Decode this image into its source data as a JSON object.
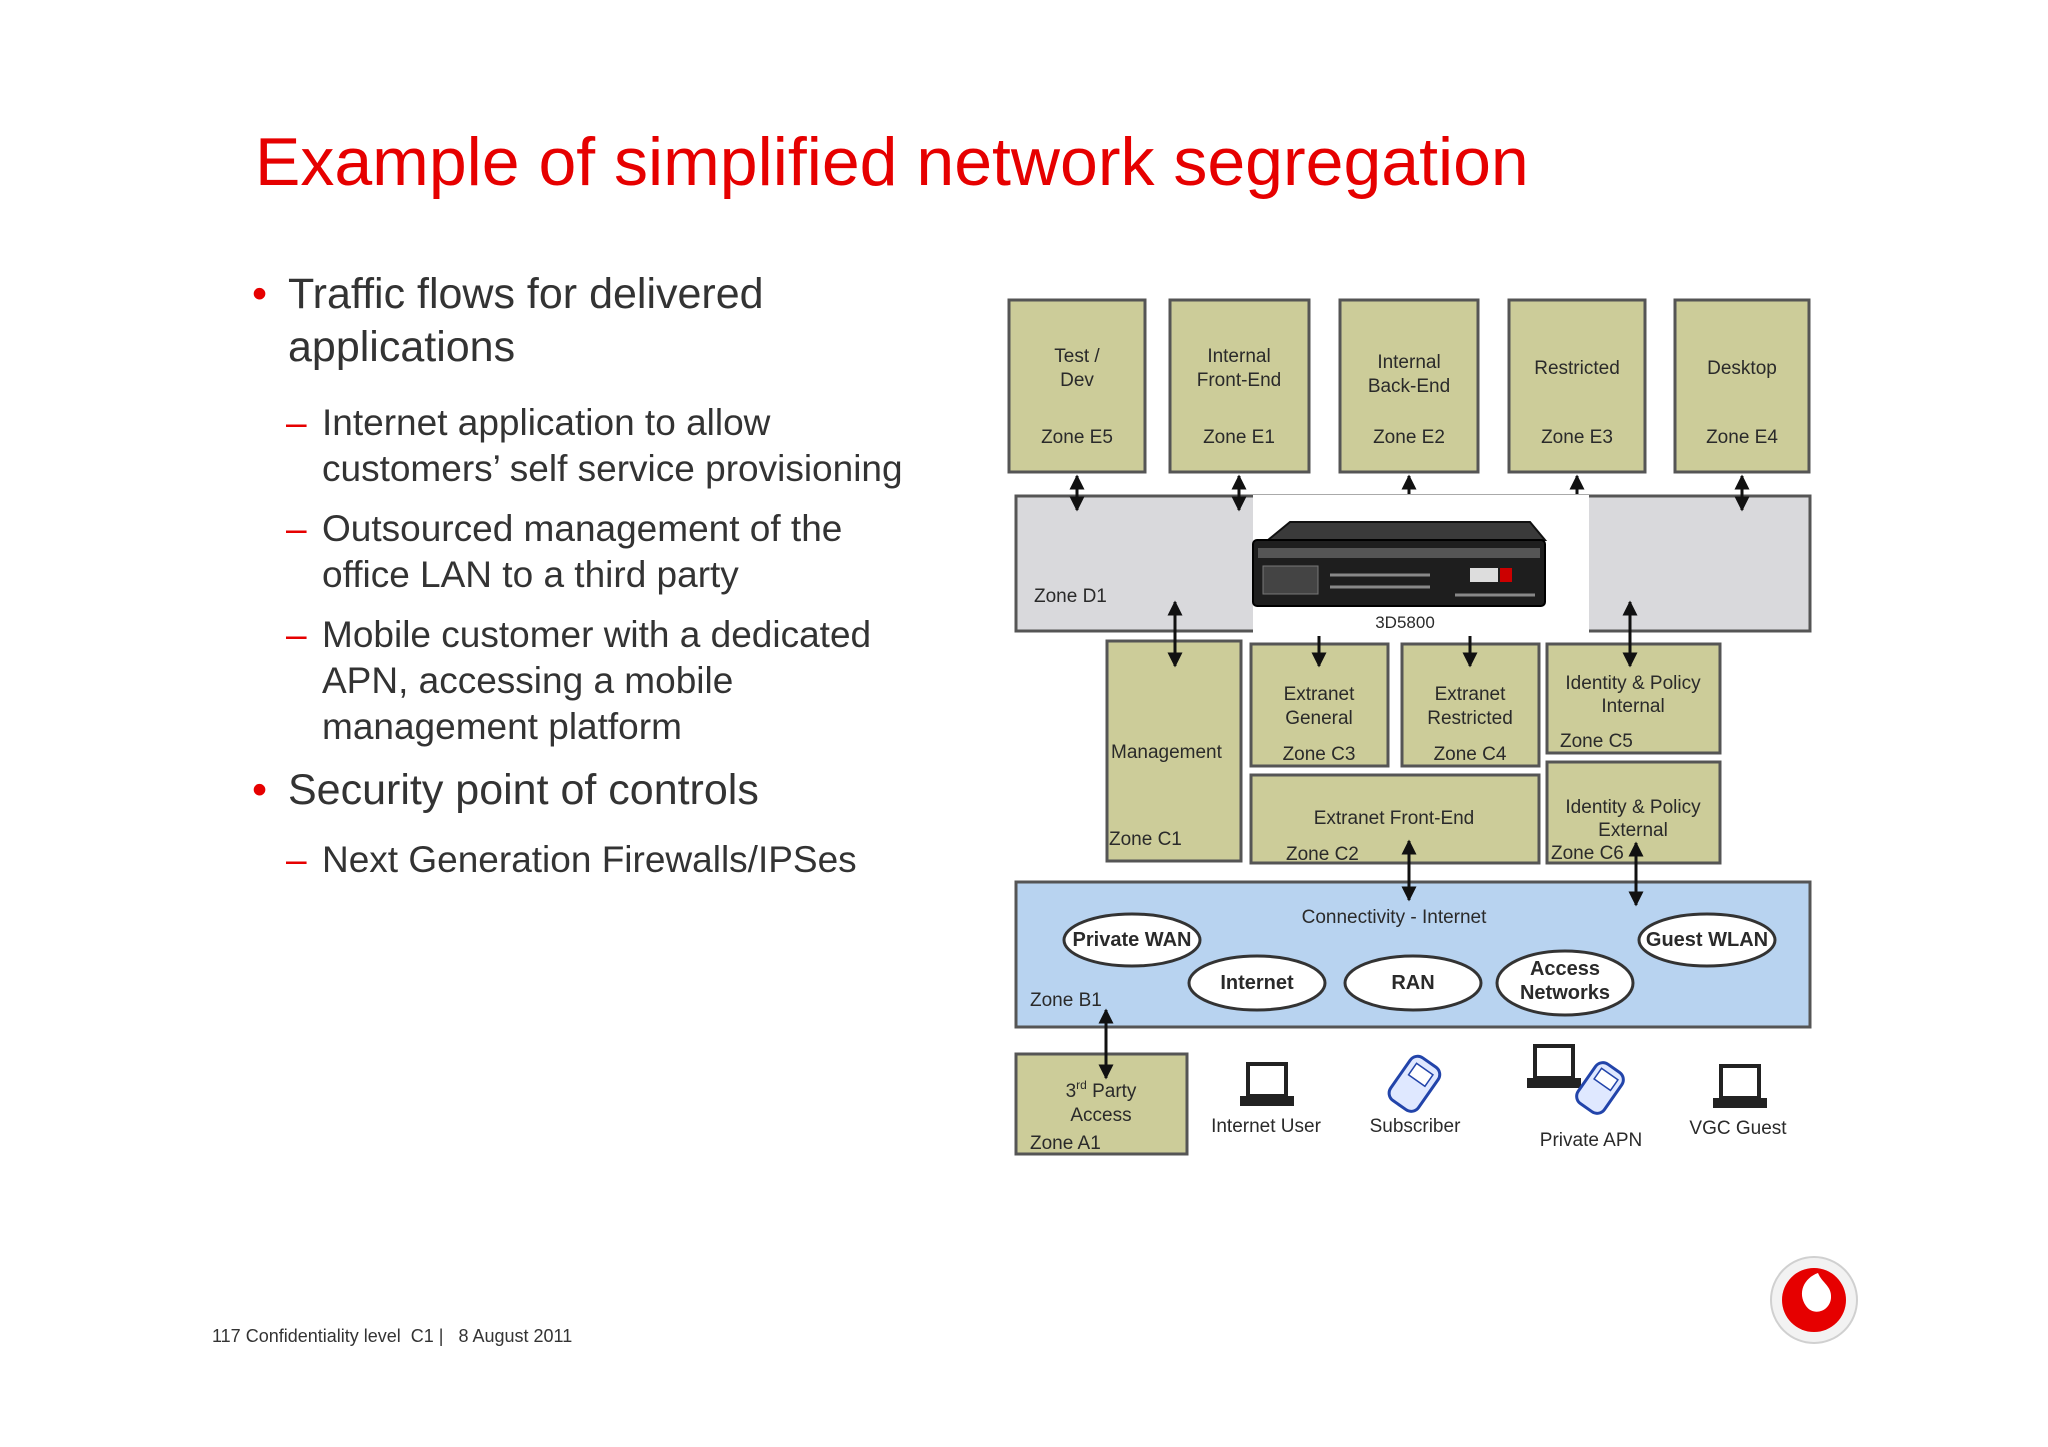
{
  "slide": {
    "title": "Example of simplified network segregation",
    "footer": "117 Confidentiality level  C1 |   8 August 2011"
  },
  "bullets": [
    {
      "text_lines": [
        "Traffic flows for delivered",
        "applications"
      ],
      "sub": [
        {
          "lines": [
            "Internet application to allow",
            "customers’ self service provisioning"
          ]
        },
        {
          "lines": [
            "Outsourced management of the",
            "office LAN to a third party"
          ]
        },
        {
          "lines": [
            "Mobile customer with a dedicated",
            "APN, accessing a mobile",
            "management platform"
          ]
        }
      ]
    },
    {
      "text_lines": [
        "Security point of controls"
      ],
      "sub": [
        {
          "lines": [
            "Next Generation Firewalls/IPSes"
          ]
        }
      ]
    }
  ],
  "diagram": {
    "top_zones": [
      {
        "name_lines": [
          "Test /",
          "Dev"
        ],
        "zone": "Zone E5"
      },
      {
        "name_lines": [
          "Internal",
          "Front-End"
        ],
        "zone": "Zone E1"
      },
      {
        "name_lines": [
          "Internal",
          "Back-End"
        ],
        "zone": "Zone E2"
      },
      {
        "name_lines": [
          "Restricted"
        ],
        "zone": "Zone E3"
      },
      {
        "name_lines": [
          "Desktop"
        ],
        "zone": "Zone E4"
      }
    ],
    "zone_d1": "Zone D1",
    "device_label": "3D5800",
    "management": {
      "name": "Management",
      "zone": "Zone C1"
    },
    "extranet_general": {
      "name_lines": [
        "Extranet",
        "General"
      ],
      "zone": "Zone C3"
    },
    "extranet_restricted": {
      "name_lines": [
        "Extranet",
        "Restricted"
      ],
      "zone": "Zone C4"
    },
    "identity_internal": {
      "name_lines": [
        "Identity & Policy",
        "Internal"
      ],
      "zone": "Zone C5"
    },
    "extranet_frontend": {
      "name": "Extranet Front-End",
      "zone": "Zone C2"
    },
    "identity_external": {
      "name_lines": [
        "Identity & Policy",
        "External"
      ],
      "zone": "Zone C6"
    },
    "connectivity": {
      "title": "Connectivity - Internet",
      "zone": "Zone B1"
    },
    "clouds": {
      "private_wan": "Private WAN",
      "internet": "Internet",
      "ran": "RAN",
      "access_networks": [
        "Access",
        "Networks"
      ],
      "guest_wlan": "Guest WLAN"
    },
    "third_party": {
      "name_main": "3",
      "name_sup": "rd",
      "name_rest": " Party",
      "name_line2": "Access",
      "zone": "Zone A1"
    },
    "endpoints": {
      "internet_user": "Internet User",
      "subscriber": "Subscriber",
      "private_apn": "Private APN",
      "vgc_guest": "VGC Guest"
    }
  },
  "colors": {
    "title_red": "#e60000",
    "zone_fill": "#cccc99",
    "grey_fill": "#d9d9dc",
    "connectivity_fill": "#b8d3f0"
  },
  "icons": [
    "laptop-icon",
    "phone-icon",
    "vodafone-logo"
  ]
}
